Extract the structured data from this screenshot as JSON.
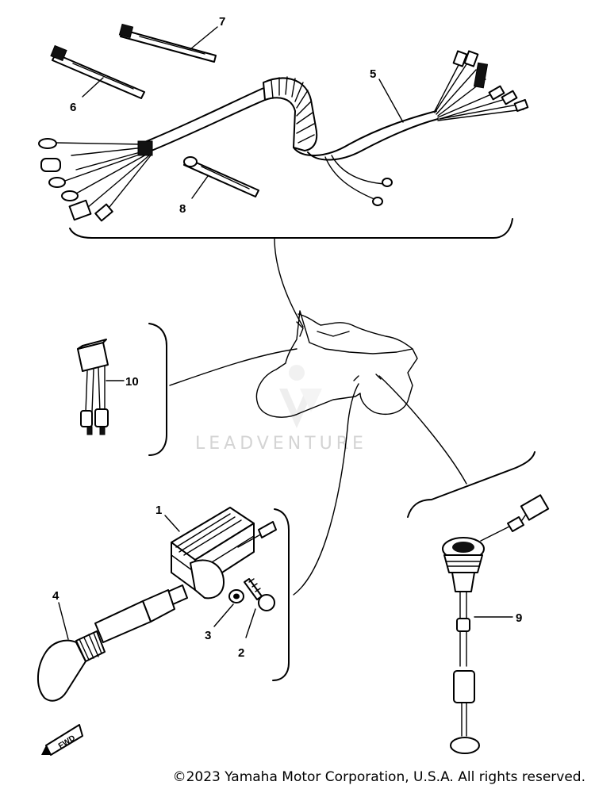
{
  "callouts": [
    "1",
    "2",
    "3",
    "4",
    "5",
    "6",
    "7",
    "8",
    "9",
    "10"
  ],
  "watermark": "LEADVENTURE",
  "orientation_mark": "FWD",
  "copyright": "©2023 Yamaha Motor Corporation, U.S.A. All rights reserved."
}
